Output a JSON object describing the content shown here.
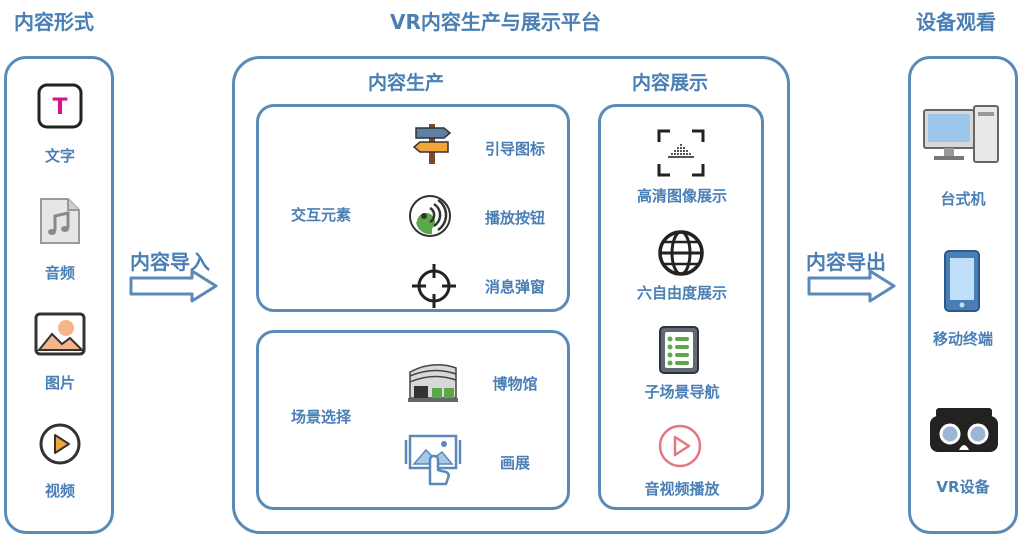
{
  "titles": {
    "left": "内容形式",
    "center": "VR内容生产与展示平台",
    "right": "设备观看"
  },
  "left_items": [
    "文字",
    "音频",
    "图片",
    "视频"
  ],
  "arrow_in": "内容导入",
  "arrow_out": "内容导出",
  "production": {
    "title": "内容生产",
    "interaction": {
      "label": "交互元素",
      "items": [
        "引导图标",
        "播放按钮",
        "消息弹窗"
      ]
    },
    "scene": {
      "label": "场景选择",
      "items": [
        "博物馆",
        "画展"
      ]
    }
  },
  "display": {
    "title": "内容展示",
    "items": [
      "高清图像展示",
      "六自由度展示",
      "子场景导航",
      "音视频播放"
    ]
  },
  "devices": [
    "台式机",
    "移动终端",
    "VR设备"
  ],
  "colors": {
    "accent": "#5b8ab8",
    "text": "#4a7fb5"
  }
}
